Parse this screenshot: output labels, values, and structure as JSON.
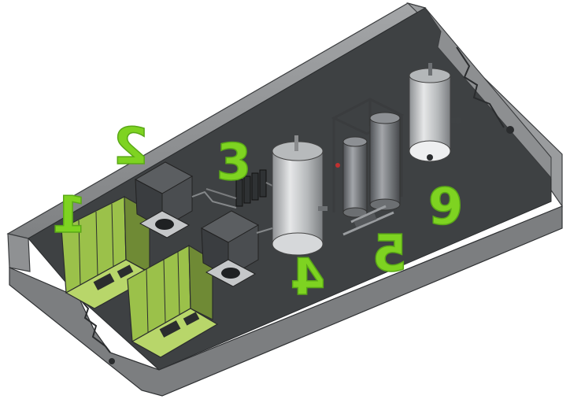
{
  "diagram": {
    "callouts": [
      {
        "id": "1",
        "label": "1"
      },
      {
        "id": "2",
        "label": "2"
      },
      {
        "id": "3",
        "label": "3"
      },
      {
        "id": "4",
        "label": "4"
      },
      {
        "id": "5",
        "label": "5"
      },
      {
        "id": "6",
        "label": "6"
      }
    ],
    "colors": {
      "callout": "#7ed321",
      "module_panel": "#9bc14a",
      "enclosure": "#8a8c8e",
      "floor": "#3e4143",
      "tank": "#c9cbcd"
    }
  }
}
